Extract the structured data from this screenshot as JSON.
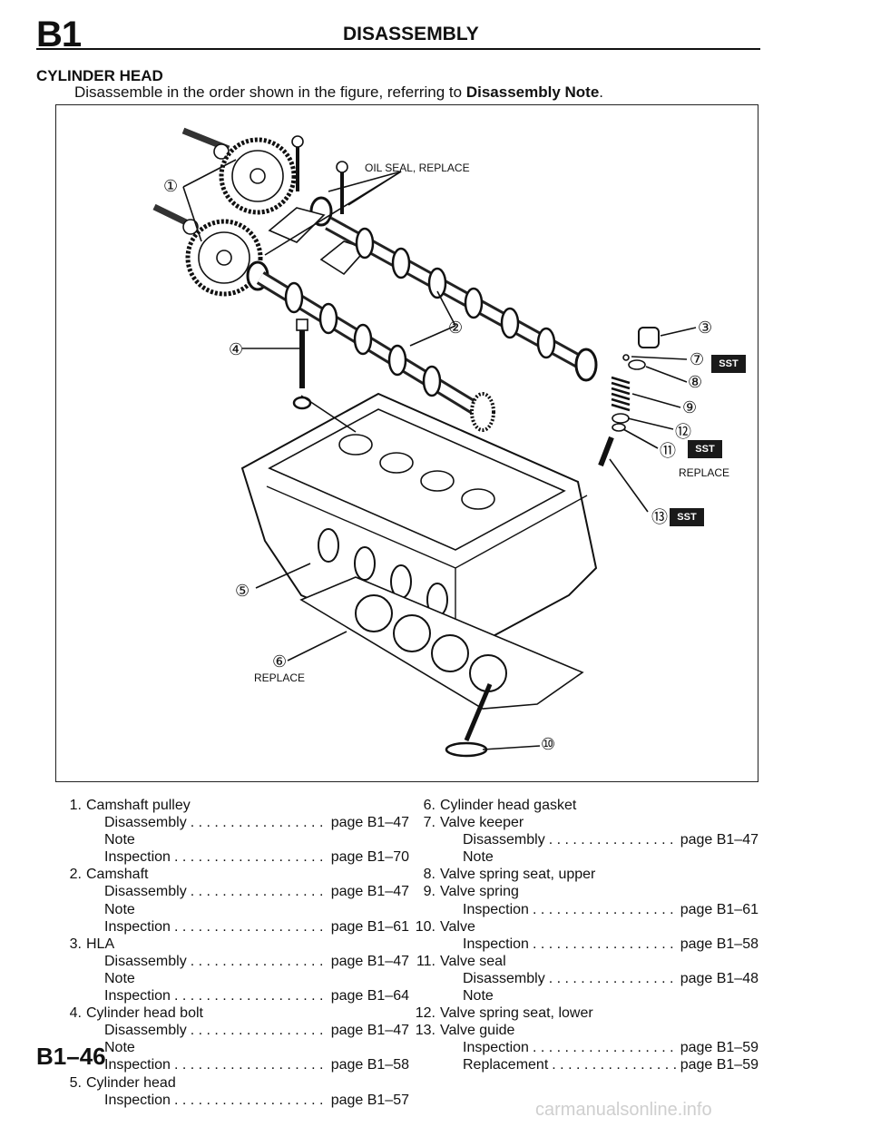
{
  "header": {
    "code": "B1",
    "title": "DISASSEMBLY"
  },
  "section": {
    "title": "CYLINDER HEAD",
    "intro_text": "Disassemble in the order shown in the figure, referring to ",
    "intro_bold": "Disassembly Note",
    "intro_end": "."
  },
  "figure": {
    "labels": {
      "oil_seal": "OIL SEAL, REPLACE",
      "replace_gasket": "REPLACE",
      "replace_seal": "REPLACE",
      "sst": "SST"
    },
    "callouts": [
      "①",
      "②",
      "③",
      "④",
      "⑤",
      "⑥",
      "⑦",
      "⑧",
      "⑨",
      "⑩",
      "⑪",
      "⑫",
      "⑬"
    ]
  },
  "parts_left": [
    {
      "num": "1.",
      "name": "Camshaft pulley",
      "refs": [
        {
          "label": "Disassembly Note",
          "page": "page B1–47"
        },
        {
          "label": "Inspection",
          "page": "page B1–70"
        }
      ]
    },
    {
      "num": "2.",
      "name": "Camshaft",
      "refs": [
        {
          "label": "Disassembly Note",
          "page": "page B1–47"
        },
        {
          "label": "Inspection",
          "page": "page B1–61"
        }
      ]
    },
    {
      "num": "3.",
      "name": "HLA",
      "refs": [
        {
          "label": "Disassembly Note",
          "page": "page B1–47"
        },
        {
          "label": "Inspection",
          "page": "page B1–64"
        }
      ]
    },
    {
      "num": "4.",
      "name": "Cylinder head bolt",
      "refs": [
        {
          "label": "Disassembly Note",
          "page": "page B1–47"
        },
        {
          "label": "Inspection",
          "page": "page B1–58"
        }
      ]
    },
    {
      "num": "5.",
      "name": "Cylinder head",
      "refs": [
        {
          "label": "Inspection",
          "page": "page B1–57"
        }
      ]
    }
  ],
  "parts_right": [
    {
      "num": "6.",
      "name": "Cylinder head gasket",
      "refs": []
    },
    {
      "num": "7.",
      "name": "Valve keeper",
      "refs": [
        {
          "label": "Disassembly Note",
          "page": "page B1–47"
        }
      ]
    },
    {
      "num": "8.",
      "name": "Valve spring seat, upper",
      "refs": []
    },
    {
      "num": "9.",
      "name": "Valve spring",
      "refs": [
        {
          "label": "Inspection",
          "page": "page B1–61"
        }
      ]
    },
    {
      "num": "10.",
      "name": "Valve",
      "refs": [
        {
          "label": "Inspection",
          "page": "page B1–58"
        }
      ]
    },
    {
      "num": "11.",
      "name": "Valve seal",
      "refs": [
        {
          "label": "Disassembly Note",
          "page": "page B1–48"
        }
      ]
    },
    {
      "num": "12.",
      "name": "Valve spring seat, lower",
      "refs": []
    },
    {
      "num": "13.",
      "name": "Valve guide",
      "refs": [
        {
          "label": "Inspection",
          "page": "page B1–59"
        },
        {
          "label": "Replacement",
          "page": "page B1–59"
        }
      ]
    }
  ],
  "footer": {
    "page_number": "B1–46"
  },
  "watermark": "carmanualsonline.info"
}
